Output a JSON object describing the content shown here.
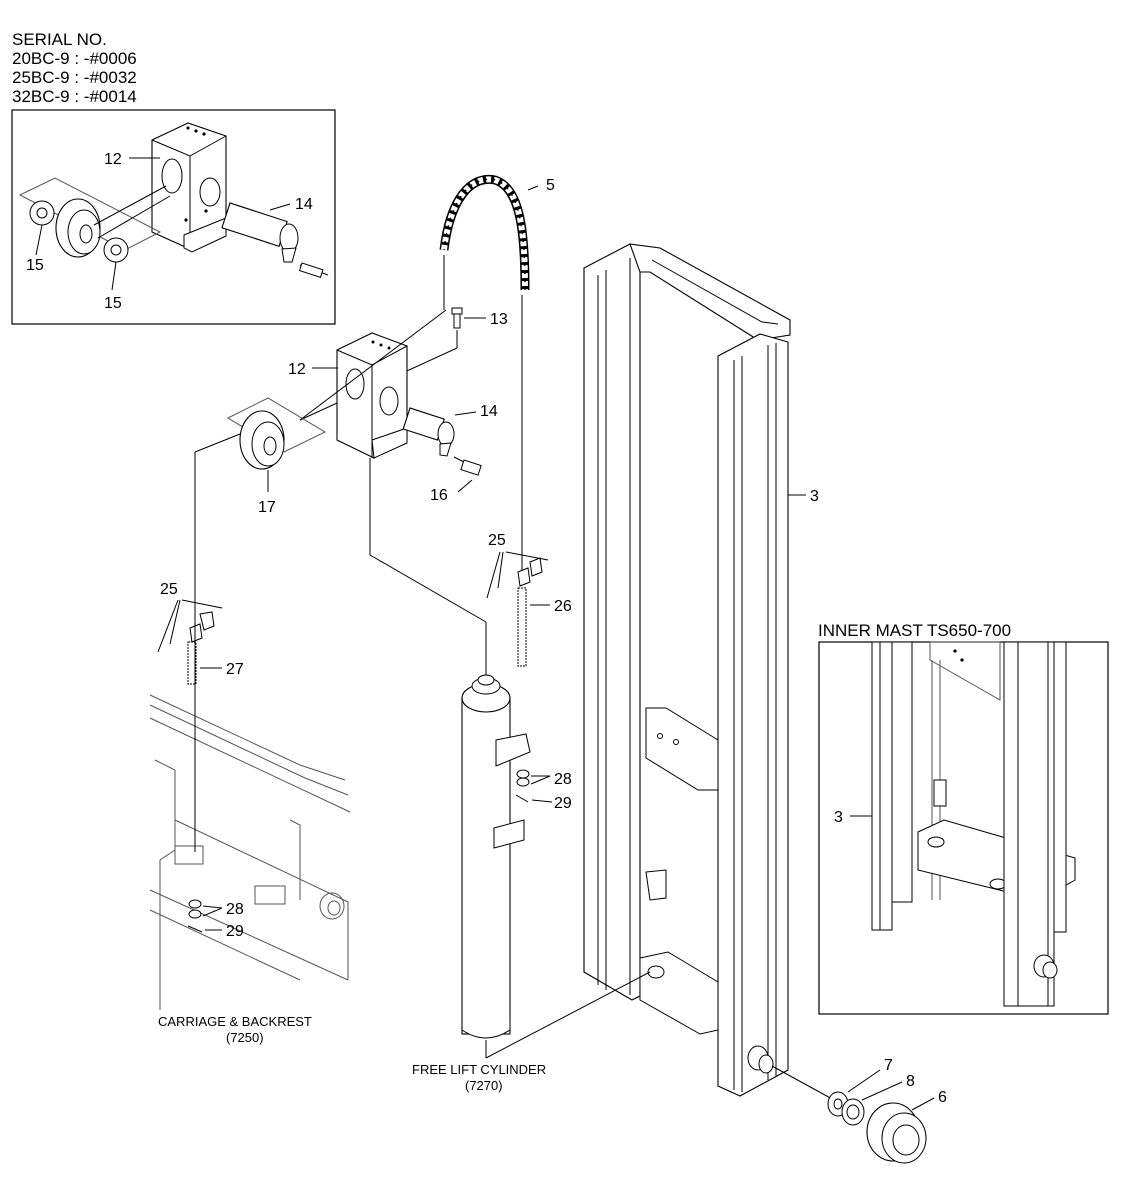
{
  "serial": {
    "title": "SERIAL NO.",
    "lines": [
      "20BC-9 : -#0006",
      "25BC-9 : -#0032",
      "32BC-9 : -#0014"
    ]
  },
  "inset_top": {
    "labels": {
      "sheave_block": "12",
      "pin": "14",
      "washer_a": "15",
      "washer_b": "15"
    }
  },
  "inset_inner_mast": {
    "title": "INNER MAST TS650-700",
    "label_mast": "3"
  },
  "main": {
    "labels": {
      "chain": "5",
      "bolt": "13",
      "sheave_block": "12",
      "pin": "14",
      "bolt_16": "16",
      "sheave": "17",
      "mast": "3",
      "pin_25_right": "25",
      "anchor_bolt_26": "26",
      "pin_25_left": "25",
      "anchor_bolt_27": "27",
      "nut_28_right": "28",
      "split_pin_29_right": "29",
      "nut_28_left": "28",
      "split_pin_29_left": "29",
      "washer_7": "7",
      "shim_8": "8",
      "bearing_6": "6"
    },
    "captions": {
      "carriage_name": "CARRIAGE & BACKREST",
      "carriage_ref": "(7250)",
      "cylinder_name": "FREE LIFT CYLINDER",
      "cylinder_ref": "(7270)"
    }
  }
}
